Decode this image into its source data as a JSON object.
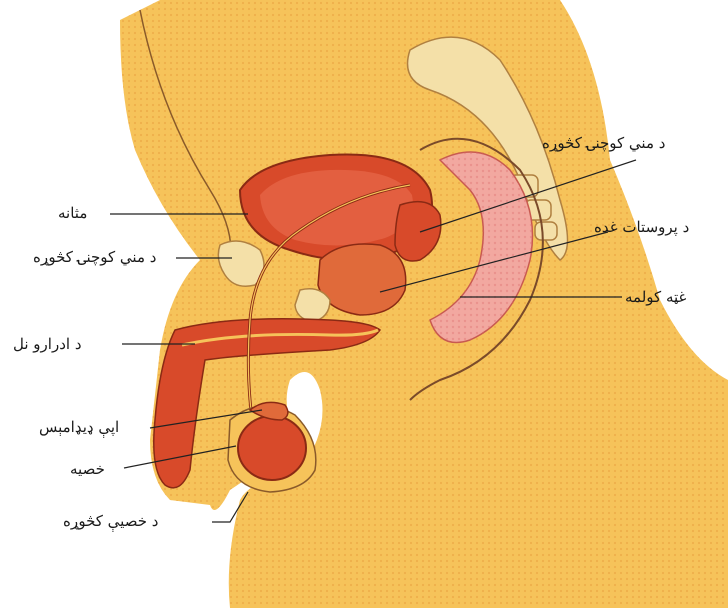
{
  "colors": {
    "skin": "#f6c35a",
    "skin_light": "#fbe3a0",
    "organ": "#d84a2a",
    "organ_dark": "#b5361c",
    "pink": "#f2a8a0",
    "bone": "#f4e0a8",
    "leader": "#222222"
  },
  "labels": {
    "bladder": "مثانه",
    "seminal_vesicle_left": "د مني كوچنۍ كڅوړه",
    "urethra": "د ادرارو نل",
    "epididymis": "اپې ډيډامېس",
    "testis": "خصيه",
    "scrotum": "د خصيې كڅوړه",
    "seminal_vesicle_right": "د مني كوچنۍ كڅوړه",
    "prostate": "د پروستات غده",
    "rectum": "غټه كولمه"
  }
}
